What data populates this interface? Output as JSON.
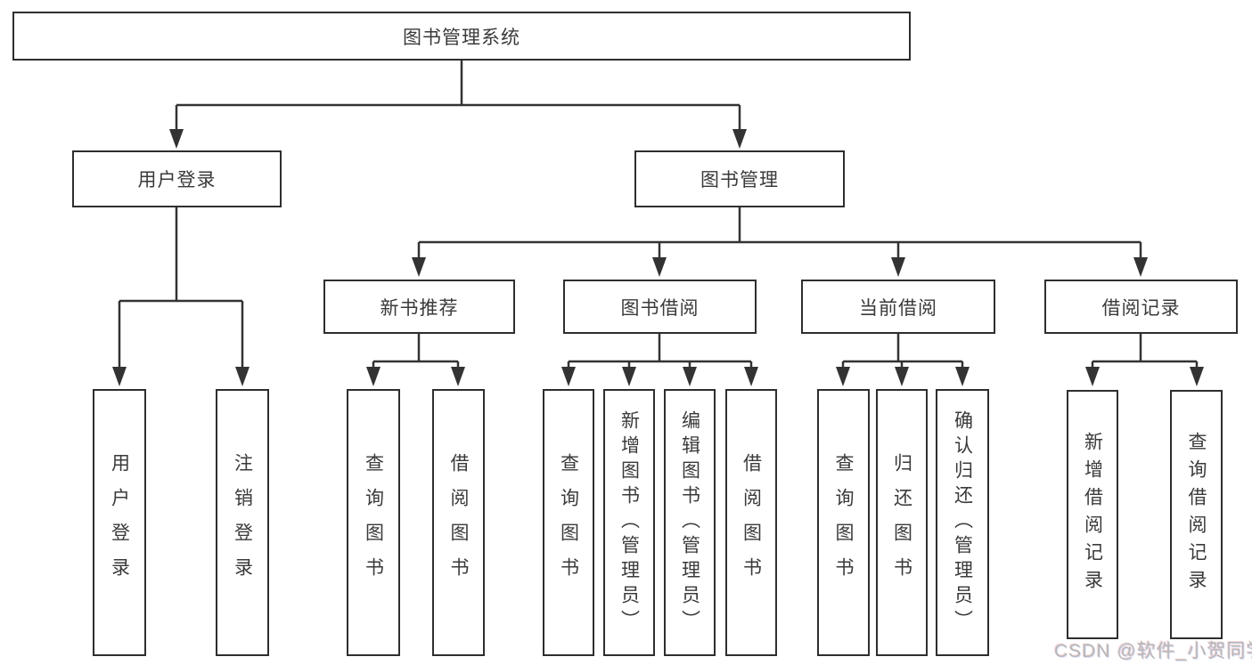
{
  "diagram": {
    "title": "图书管理系统",
    "tree": {
      "root": {
        "label": "图书管理系统",
        "children": [
          {
            "label": "用户登录",
            "children": [
              {
                "label": "用户登录"
              },
              {
                "label": "注销登录"
              }
            ]
          },
          {
            "label": "图书管理",
            "children": [
              {
                "label": "新书推荐",
                "children": [
                  {
                    "label": "查询图书"
                  },
                  {
                    "label": "借阅图书"
                  }
                ]
              },
              {
                "label": "图书借阅",
                "children": [
                  {
                    "label": "查询图书"
                  },
                  {
                    "label": "新增图书（管理员）"
                  },
                  {
                    "label": "编辑图书（管理员）"
                  },
                  {
                    "label": "借阅图书"
                  }
                ]
              },
              {
                "label": "当前借阅",
                "children": [
                  {
                    "label": "查询图书"
                  },
                  {
                    "label": "归还图书"
                  },
                  {
                    "label": "确认归还（管理员）"
                  }
                ]
              },
              {
                "label": "借阅记录",
                "children": [
                  {
                    "label": "新增借阅记录"
                  },
                  {
                    "label": "查询借阅记录"
                  }
                ]
              }
            ]
          }
        ]
      }
    },
    "colors": {
      "line": "#333333",
      "box_border": "#2e2e2e",
      "text": "#3a3a3a",
      "background": "#ffffff",
      "watermark": "#b7b7b7"
    }
  },
  "watermark": {
    "text": "CSDN @软件_小贺同学"
  }
}
